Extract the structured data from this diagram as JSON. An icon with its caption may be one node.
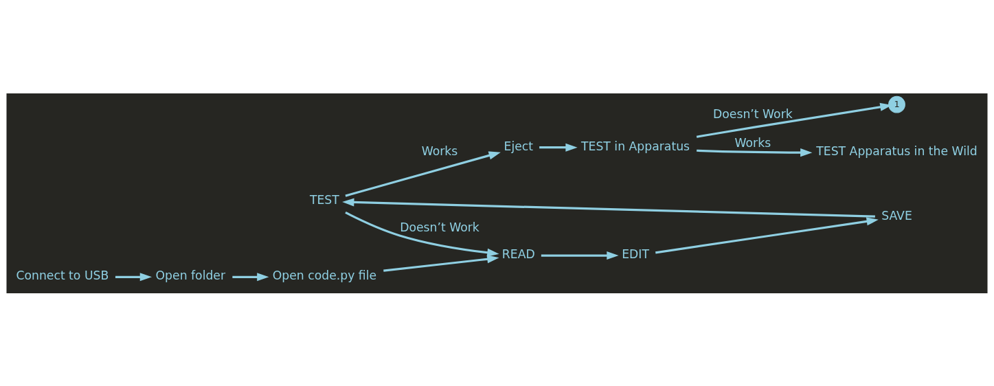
{
  "diagram": {
    "nodes": [
      {
        "text": [
          "1"
        ]
      },
      {
        "text": [
          "Connect to USB"
        ]
      },
      {
        "text": [
          "Open folder"
        ]
      },
      {
        "text": [
          "Open code.py file"
        ]
      },
      {
        "text": [
          "READ"
        ]
      },
      {
        "text": [
          "EDIT"
        ]
      },
      {
        "text": [
          "SAVE"
        ]
      },
      {
        "text": [
          "TEST"
        ]
      },
      {
        "text": [
          "Eject"
        ]
      },
      {
        "text": [
          "TEST in Apparatus"
        ]
      },
      {
        "text": [
          "TEST Apparatus in the Wild"
        ]
      }
    ],
    "edges": [
      {
        "from": 1,
        "to": 2,
        "arrow": "to"
      },
      {
        "from": 2,
        "to": 3,
        "arrow": "to"
      },
      {
        "from": 3,
        "to": 4,
        "arrow": "to"
      },
      {
        "from": 4,
        "to": 5,
        "arrow": "to"
      },
      {
        "from": 5,
        "to": 6,
        "arrow": "to"
      },
      {
        "from": 6,
        "to": 7,
        "arrow": "to"
      },
      {
        "from": 7,
        "to": 4,
        "arrow": "to",
        "label": "Doesn’t Work"
      },
      {
        "from": 7,
        "to": 8,
        "arrow": "to",
        "label": "Works"
      },
      {
        "from": 8,
        "to": 9,
        "arrow": "to"
      },
      {
        "from": 9,
        "to": 0,
        "arrow": "to",
        "label": "Doesn’t Work"
      },
      {
        "from": 9,
        "to": 10,
        "arrow": "to",
        "label": "Works"
      }
    ]
  }
}
